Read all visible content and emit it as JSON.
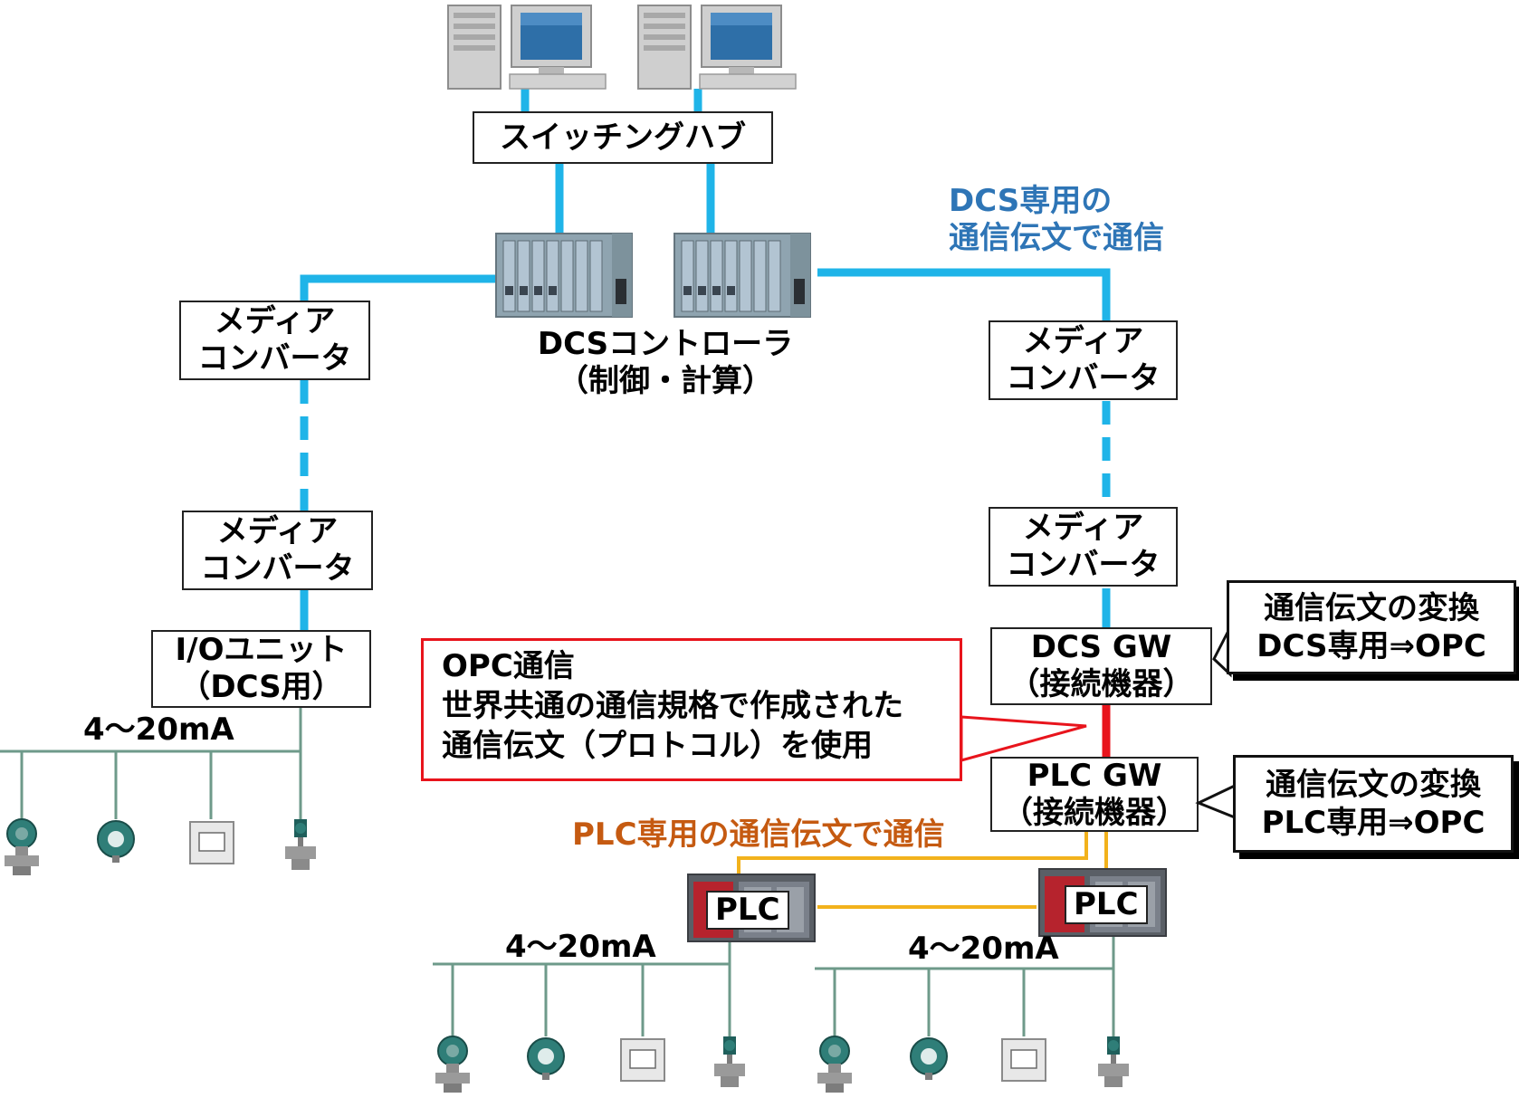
{
  "switching_hub": {
    "label": "スイッチングハブ"
  },
  "dcs_note": {
    "line1": "DCS専用の",
    "line2": "通信伝文で通信"
  },
  "dcs_controller": {
    "line1": "DCSコントローラ",
    "line2": "（制御・計算）"
  },
  "media_converter": {
    "line1": "メディア",
    "line2": "コンバータ"
  },
  "io_unit": {
    "line1": "I/Oユニット",
    "line2": "（DCS用）"
  },
  "current_label": "4～20mA",
  "dcs_gw": {
    "line1": "DCS GW",
    "line2": "（接続機器）"
  },
  "plc_gw": {
    "line1": "PLC GW",
    "line2": "（接続機器）"
  },
  "callout_dcs": {
    "line1": "通信伝文の変換",
    "line2": "DCS専用⇒OPC"
  },
  "callout_plc": {
    "line1": "通信伝文の変換",
    "line2": "PLC専用⇒OPC"
  },
  "opc_box": {
    "line1": "OPC通信",
    "line2": "世界共通の通信規格で作成された",
    "line3": "通信伝文（プロトコル）を使用"
  },
  "plc_note": "PLC専用の通信伝文で通信",
  "plc_label": "PLC",
  "colors": {
    "network": "#1fb4e8",
    "opc": "#e8141c",
    "plc_link": "#f2b21c",
    "field_bus": "#6e9a8a",
    "dcs_note": "#2e75b6",
    "plc_note": "#c55a11"
  }
}
